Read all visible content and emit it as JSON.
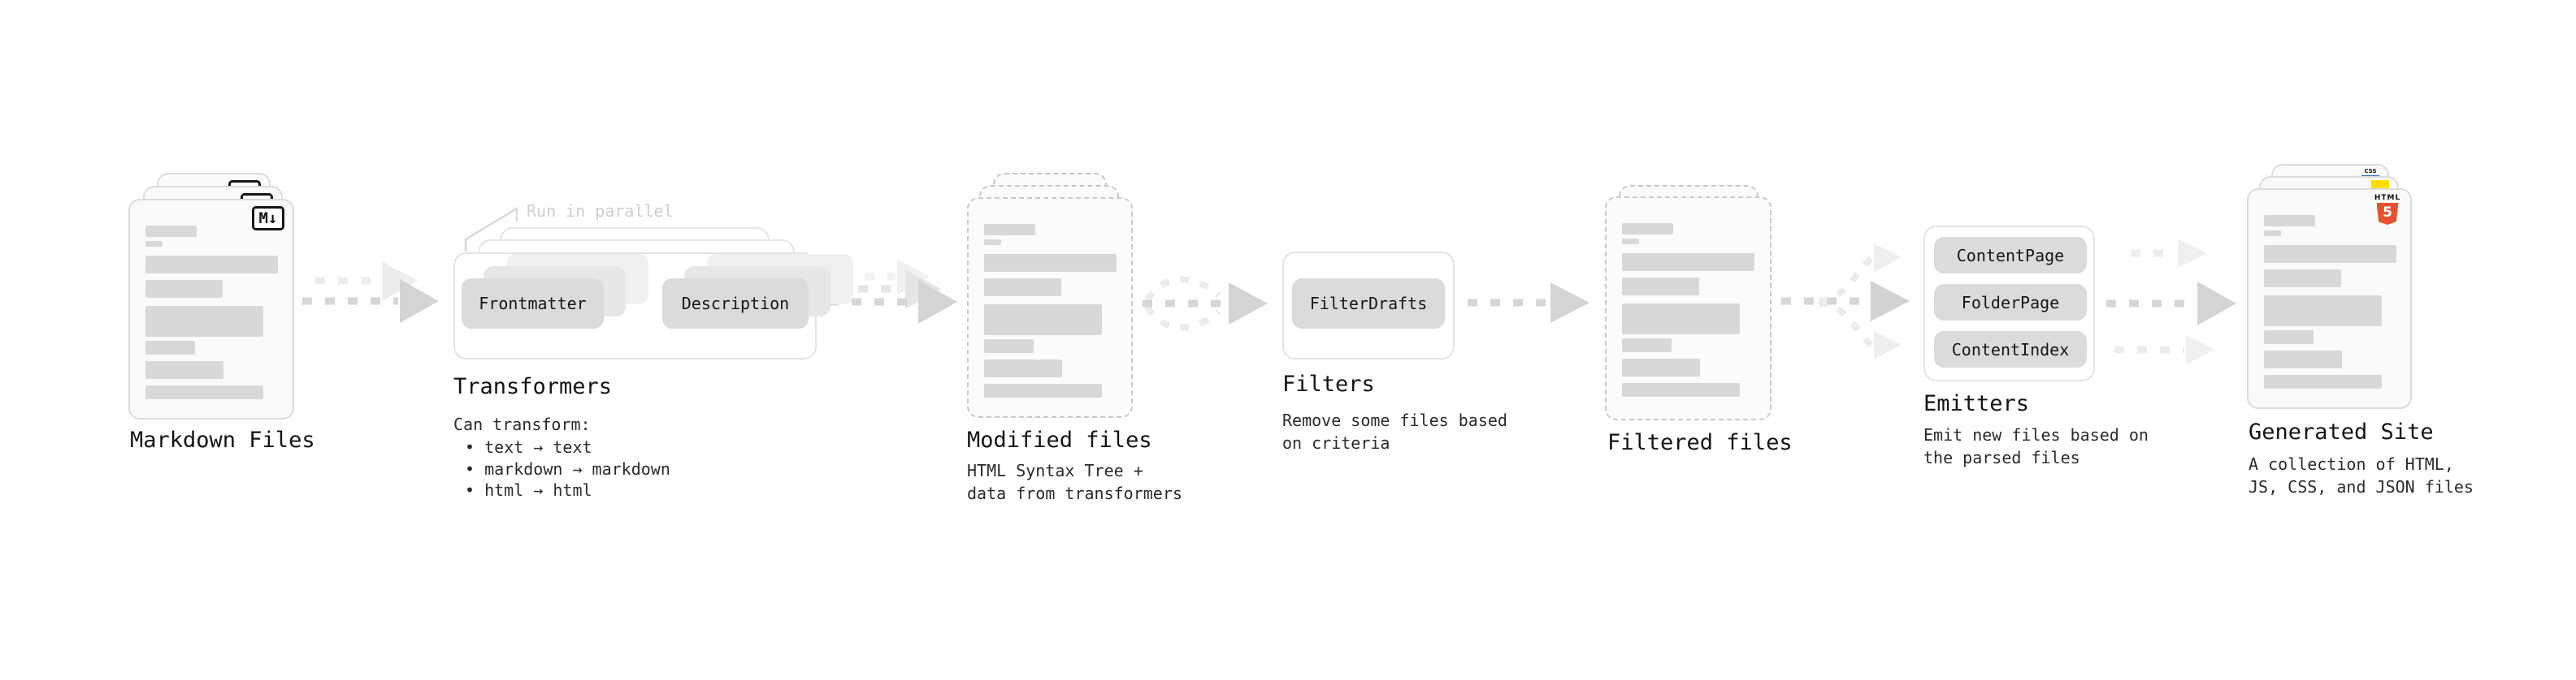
{
  "markdown": {
    "label": "Markdown Files",
    "badge": "M↓"
  },
  "transformers": {
    "label": "Transformers",
    "note": "Run in parallel",
    "box_left": "Frontmatter",
    "box_right": "Description",
    "sub": "Can transform:",
    "bullets": [
      "• text → text",
      "• markdown → markdown",
      "• html → html"
    ]
  },
  "modified": {
    "label": "Modified files",
    "sub1": "HTML Syntax Tree +",
    "sub2": "data from transformers"
  },
  "filters": {
    "label": "Filters",
    "box": "FilterDrafts",
    "sub1": "Remove some files based",
    "sub2": "on criteria"
  },
  "filtered": {
    "label": "Filtered files"
  },
  "emitters": {
    "label": "Emitters",
    "boxes": [
      "ContentPage",
      "FolderPage",
      "ContentIndex"
    ],
    "sub1": "Emit new files based on",
    "sub2": "the parsed files"
  },
  "generated": {
    "label": "Generated Site",
    "sub1": "A collection of HTML,",
    "sub2": "JS, CSS, and JSON files",
    "badge_html_label": "HTML",
    "badge_html_number": "5",
    "badge_css": "CSS"
  },
  "colors": {
    "doc_fill": "#fafafa",
    "doc_border": "#dcdcdc",
    "bar": "#d8d8d8",
    "pill": "#dbdbdb",
    "outline_box": "#e4e4e4",
    "arrow": "#d4d4d4",
    "arrow_light": "#ededed",
    "text": "#141414",
    "note_text": "#cfcfcf",
    "html5_orange": "#e8512f",
    "js_yellow": "#ffdd00",
    "css_blue": "#2a6fdb"
  }
}
